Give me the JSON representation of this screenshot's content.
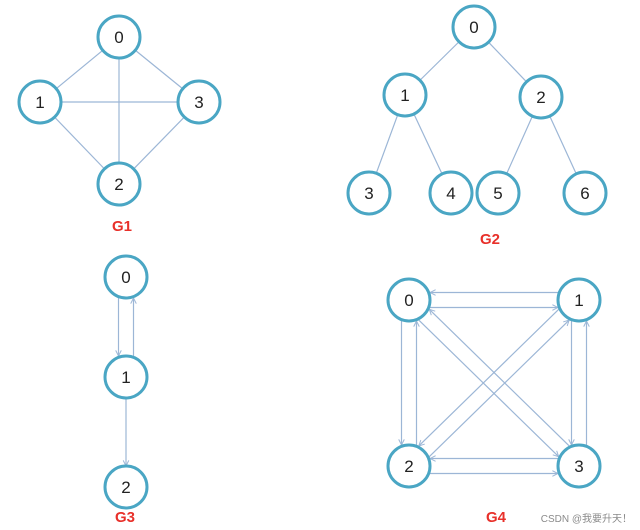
{
  "colors": {
    "node_stroke": "#4aa6c4",
    "edge": "#9cb6d6",
    "title": "#e8302a",
    "label": "#222222"
  },
  "graphs": [
    {
      "id": "g1",
      "title": "G1",
      "directed": false,
      "nodes": [
        {
          "id": "0",
          "label": "0"
        },
        {
          "id": "1",
          "label": "1"
        },
        {
          "id": "3",
          "label": "3"
        },
        {
          "id": "2",
          "label": "2"
        }
      ],
      "edges": [
        [
          "0",
          "1"
        ],
        [
          "0",
          "3"
        ],
        [
          "0",
          "2"
        ],
        [
          "1",
          "3"
        ],
        [
          "1",
          "2"
        ],
        [
          "3",
          "2"
        ]
      ]
    },
    {
      "id": "g2",
      "title": "G2",
      "directed": false,
      "nodes": [
        {
          "id": "0",
          "label": "0"
        },
        {
          "id": "1",
          "label": "1"
        },
        {
          "id": "2",
          "label": "2"
        },
        {
          "id": "3",
          "label": "3"
        },
        {
          "id": "4",
          "label": "4"
        },
        {
          "id": "5",
          "label": "5"
        },
        {
          "id": "6",
          "label": "6"
        }
      ],
      "edges": [
        [
          "0",
          "1"
        ],
        [
          "0",
          "2"
        ],
        [
          "1",
          "3"
        ],
        [
          "1",
          "4"
        ],
        [
          "2",
          "5"
        ],
        [
          "2",
          "6"
        ]
      ]
    },
    {
      "id": "g3",
      "title": "G3",
      "directed": true,
      "nodes": [
        {
          "id": "0",
          "label": "0"
        },
        {
          "id": "1",
          "label": "1"
        },
        {
          "id": "2",
          "label": "2"
        }
      ],
      "edges": [
        [
          "0",
          "1"
        ],
        [
          "1",
          "0"
        ],
        [
          "1",
          "2"
        ]
      ]
    },
    {
      "id": "g4",
      "title": "G4",
      "directed": true,
      "nodes": [
        {
          "id": "0",
          "label": "0"
        },
        {
          "id": "1",
          "label": "1"
        },
        {
          "id": "2",
          "label": "2"
        },
        {
          "id": "3",
          "label": "3"
        }
      ],
      "edges": [
        [
          "0",
          "1"
        ],
        [
          "1",
          "0"
        ],
        [
          "0",
          "2"
        ],
        [
          "2",
          "0"
        ],
        [
          "0",
          "3"
        ],
        [
          "3",
          "0"
        ],
        [
          "1",
          "2"
        ],
        [
          "2",
          "1"
        ],
        [
          "1",
          "3"
        ],
        [
          "3",
          "1"
        ],
        [
          "2",
          "3"
        ],
        [
          "3",
          "2"
        ]
      ]
    }
  ],
  "watermark": "CSDN @我要升天！"
}
